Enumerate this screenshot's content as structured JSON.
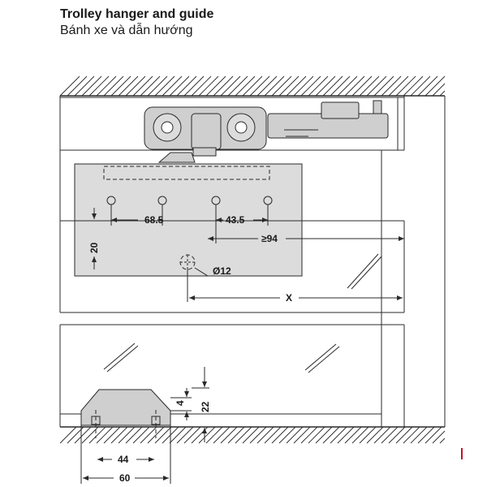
{
  "header": {
    "title": "Trolley hanger and guide",
    "subtitle": "Bánh xe và dẫn hướng"
  },
  "dimensions": {
    "d_68_5": "68.5",
    "d_43_5": "43.5",
    "d_20": "20",
    "d_ge94": "≥94",
    "d_dia12": "Ø12",
    "d_x": "X",
    "d_4": "4",
    "d_22": "22",
    "d_44": "44",
    "d_60": "60"
  },
  "colors": {
    "line": "#2a2a2a",
    "part_fill": "#cfcfcf",
    "accent": "#c8102e"
  }
}
